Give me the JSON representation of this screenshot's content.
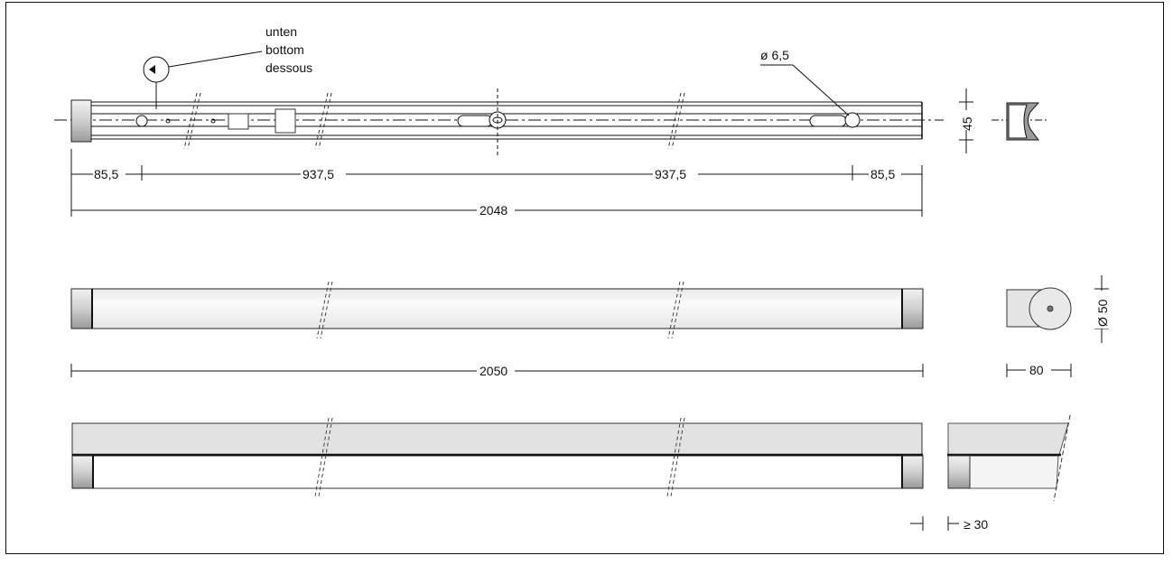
{
  "drawing": {
    "bottom_label": [
      "unten",
      "bottom",
      "dessous"
    ],
    "hole_label": "ø 6,5",
    "top_view": {
      "dims": [
        "85,5",
        "937,5",
        "937,5",
        "85,5"
      ],
      "total": "2048",
      "height": "45"
    },
    "side_view": {
      "total": "2050",
      "diameter": "Ø 50",
      "width": "80"
    },
    "mount_view": {
      "clearance": "≥ 30"
    }
  }
}
